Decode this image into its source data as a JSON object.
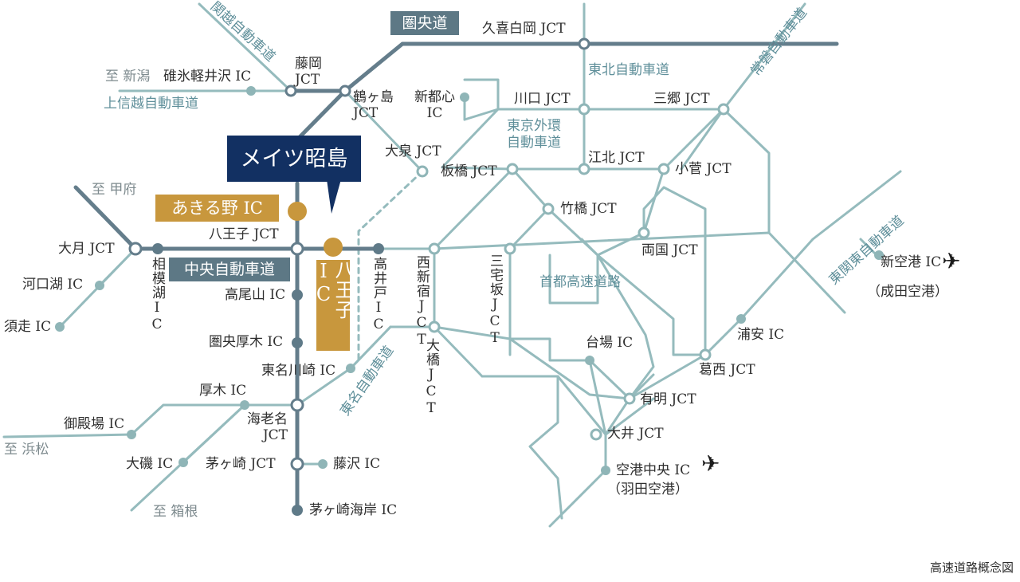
{
  "highlight": {
    "property": "メイツ昭島",
    "akiruno_ic": "あきる野 IC",
    "hachioji_ic": "八王子IC"
  },
  "roads": {
    "ken_o": "圏央道",
    "chuo": "中央自動車道",
    "kanetsu": "関越自動車道",
    "joshinetsu": "上信越自動車道",
    "tohoku": "東北自動車道",
    "gaikan": "東京外環\n自動車道",
    "joban": "常磐自動車道",
    "higashi_kanto": "東関東自動車道",
    "tomei": "東名自動車道",
    "shuto": "首都高速道路"
  },
  "destinations": {
    "niigata": "至 新潟",
    "kofu": "至 甲府",
    "hamamatsu": "至 浜松",
    "hakone": "至 箱根"
  },
  "nodes": {
    "kuki_shiraoka": "久喜白岡 JCT",
    "fujioka": "藤岡\nJCT",
    "usui_karuizawa": "碓氷軽井沢 IC",
    "tsurugashima": "鶴ヶ島\nJCT",
    "shintoshin": "新都心\nIC",
    "kawaguchi": "川口 JCT",
    "misato": "三郷 JCT",
    "oizumi": "大泉 JCT",
    "itabashi": "板橋 JCT",
    "kohoku": "江北 JCT",
    "kosuge": "小菅 JCT",
    "takebashi": "竹橋 JCT",
    "hachioji_jct": "八王子 JCT",
    "otsuki": "大月 JCT",
    "sagamiko": "相模湖IC",
    "kawaguchiko": "河口湖 IC",
    "subashiri": "須走 IC",
    "takaido": "高井戸IC",
    "nishishinjuku": "西新宿JCT",
    "sanshakaza": "三宅坂JCT",
    "ryogoku": "両国 JCT",
    "shin_kuko": "新空港 IC",
    "narita": "（成田空港）",
    "takaosan": "高尾山 IC",
    "ken_o_atsugi": "圏央厚木 IC",
    "tomei_kawasaki": "東名川崎 IC",
    "ohashi": "大橋JCT",
    "daiba": "台場 IC",
    "urayasu": "浦安 IC",
    "kasai": "葛西 JCT",
    "atsugi": "厚木 IC",
    "ebina": "海老名\nJCT",
    "gotemba": "御殿場 IC",
    "ariake": "有明 JCT",
    "oi": "大井 JCT",
    "oiso": "大磯 IC",
    "chigasaki_jct": "茅ヶ崎 JCT",
    "fujisawa": "藤沢 IC",
    "kuko_chuo": "空港中央 IC",
    "haneda": "（羽田空港）",
    "chigasaki_kaigan": "茅ヶ崎海岸 IC"
  },
  "icons": {
    "airplane_narita": "airplane-icon",
    "airplane_haneda": "airplane-icon"
  },
  "colors": {
    "major_road": "#647d8b",
    "expressway": "#8fb5b7",
    "node_dark": "#5f7a88",
    "node_light": "#8fb5b7",
    "gold": "#c8973d",
    "navy": "#123062"
  },
  "footer": "高速道路概念図"
}
